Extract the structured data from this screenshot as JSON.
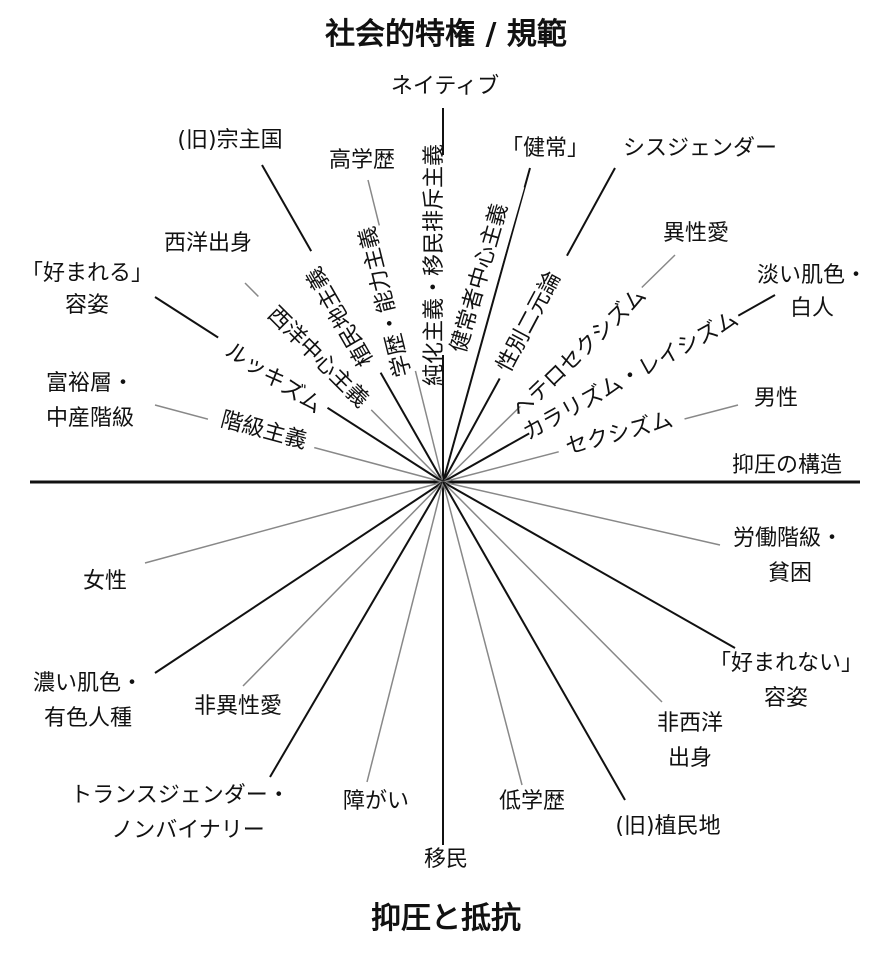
{
  "titles": {
    "top": "社会的特権 / 規範",
    "bottom": "抑圧と抵抗",
    "structure_line": "抑圧の構造"
  },
  "privilege_labels": {
    "native": "ネイティブ",
    "former_colonizer": "(旧)宗主国",
    "higher_education": "高学歴",
    "healthy": "「健常」",
    "cisgender": "シスジェンダー",
    "western_origin": "西洋出身",
    "heterosexual": "異性愛",
    "preferred_appearance_1": "「好まれる」",
    "preferred_appearance_2": "容姿",
    "light_skin_1": "淡い肌色・",
    "light_skin_2": "白人",
    "wealthy_1": "富裕層・",
    "wealthy_2": "中産階級",
    "male": "男性"
  },
  "oppression_labels": {
    "ableism": "健常者中心主義",
    "gender_binary": "性別二元論",
    "purism_xenophobia": "純化主義・移民排斥主義",
    "academic_elitism": "学歴・能力主義",
    "colonialism": "植民地主義",
    "western_centrism": "西洋中心主義",
    "heterosexism": "ヘテロセクシズム",
    "lookism": "ルッキズム",
    "colorism_racism": "カラリズム・レイシズム",
    "classism": "階級主義",
    "sexism": "セクシズム"
  },
  "marginalized_labels": {
    "working_class_1": "労働階級・",
    "working_class_2": "貧困",
    "women": "女性",
    "unpreferred_appearance_1": "「好まれない」",
    "unpreferred_appearance_2": "容姿",
    "dark_skin_1": "濃い肌色・",
    "dark_skin_2": "有色人種",
    "non_heterosexual": "非異性愛",
    "non_western_1": "非西洋",
    "non_western_2": "出身",
    "trans_1": "トランスジェンダー・",
    "trans_2": "ノンバイナリー",
    "disability": "障がい",
    "low_education": "低学歴",
    "former_colony": "(旧)植民地",
    "immigrant": "移民"
  }
}
